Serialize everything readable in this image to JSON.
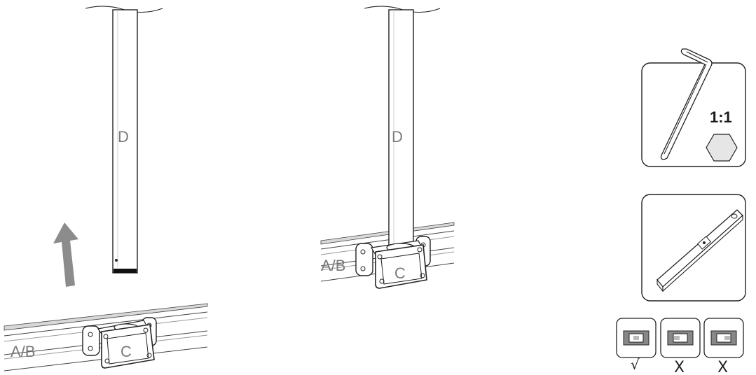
{
  "step1": {
    "pole_label": "D",
    "rail_label": "A/B",
    "clamp_label": "C"
  },
  "step2": {
    "pole_label": "D",
    "rail_label": "A/B",
    "clamp_label": "C"
  },
  "tools": {
    "hex_key_scale": "1:1"
  },
  "level_checks": [
    {
      "mark": "√",
      "status": "correct"
    },
    {
      "mark": "X",
      "status": "incorrect"
    },
    {
      "mark": "X",
      "status": "incorrect"
    }
  ],
  "colors": {
    "line": "#222222",
    "label_grey": "#7a7a7a",
    "arrow_grey": "#8c8c8c",
    "tube_shade": "#e8e8e8"
  }
}
